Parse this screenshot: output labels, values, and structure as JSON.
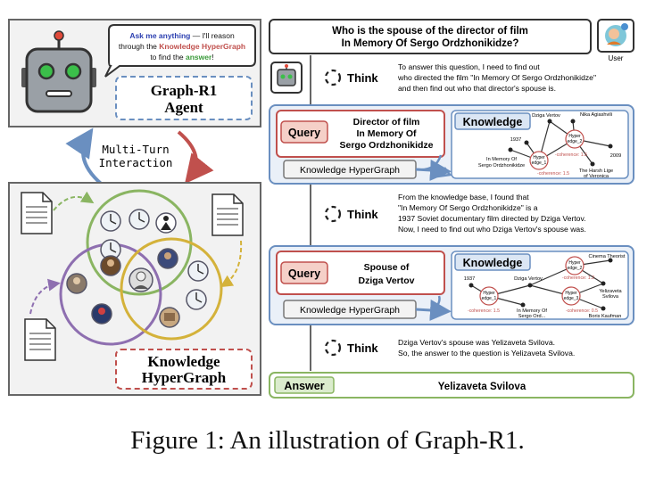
{
  "agent": {
    "bubble_prefix": "Ask me anything",
    "bubble_mid": " — I'll reason",
    "bubble_line2a": "through the ",
    "bubble_kh": "Knowledge HyperGraph",
    "bubble_line3a": "to find the ",
    "bubble_answer": "answer",
    "bubble_end": "!",
    "title_line1": "Graph-R1",
    "title_line2": "Agent"
  },
  "interaction": {
    "line1": "Multi-Turn",
    "line2": "Interaction"
  },
  "hypergraph": {
    "title_line1": "Knowledge",
    "title_line2": "HyperGraph"
  },
  "question": {
    "line1": "Who is the spouse of the director of film",
    "line2": "In Memory Of Sergo Ordzhonikidze?"
  },
  "user_label": "User",
  "think_label": "Think",
  "query_label": "Query",
  "knowledge_label": "Knowledge",
  "kh_button": "Knowledge HyperGraph",
  "answer_label": "Answer",
  "think1": [
    "To answer this question, I need to find out",
    "who directed the film \"In Memory Of Sergo Ordzhonikidze\"",
    "and then find out who that director's spouse is."
  ],
  "query1": [
    "Director of film",
    "In Memory Of",
    "Sergo Ordzhonikidze"
  ],
  "k1": {
    "dziga": "Dziga Vertov",
    "nika": "Nika Agiashvili",
    "y1937": "1937",
    "film": "In Memory Of",
    "film2": "Sergo Ordzhonikidze",
    "he1a": "Hyper",
    "he1b": "edge_1",
    "he2a": "Hyper",
    "he2b": "edge_2",
    "y2009": "2009",
    "harsh": "The Harsh Lige",
    "harsh2": "of Veronica",
    "coh1": "-coherence: 1.5",
    "coh2": "-coherence: 1.5"
  },
  "think2": [
    "From the knowledge base, I found that",
    "\"In Memory Of Sergo Ordzhonikidze\" is a",
    "1937 Soviet documentary film directed by Dziga Vertov.",
    "Now, I need to find out who Dziga Vertov's spouse was."
  ],
  "query2": [
    "Spouse of",
    "Dziga Vertov"
  ],
  "k2": {
    "y1937": "1937",
    "dziga": "Dziga Vertov",
    "cinema": "Cinema Theorist",
    "he1a": "Hyper",
    "he1b": "edge_1",
    "he2a": "Hyper",
    "he2b": "edge_2",
    "he3a": "Hyper",
    "he3b": "edge_3",
    "yeliz": "Yelizaveta",
    "yeliz2": "Svilova",
    "boris": "Boris Kaufman",
    "film": "In Memory Of",
    "film2": "Sergo Ord...",
    "coh1": "-coherence: 1.5",
    "coh2": "-coherence: 1.2",
    "coh3": "-coherence: 0.5"
  },
  "think3": [
    "Dziga Vertov's spouse was Yelizaveta Svilova.",
    "So, the answer to the question is Yelizaveta Svilova."
  ],
  "answer_text": "Yelizaveta Svilova",
  "caption": "Figure 1: An illustration of Graph-R1.",
  "colors": {
    "blue": "#6a8fc0",
    "red": "#c0504d",
    "green": "#8ab562",
    "purple": "#8e6fb0",
    "gold": "#d4b23a"
  }
}
